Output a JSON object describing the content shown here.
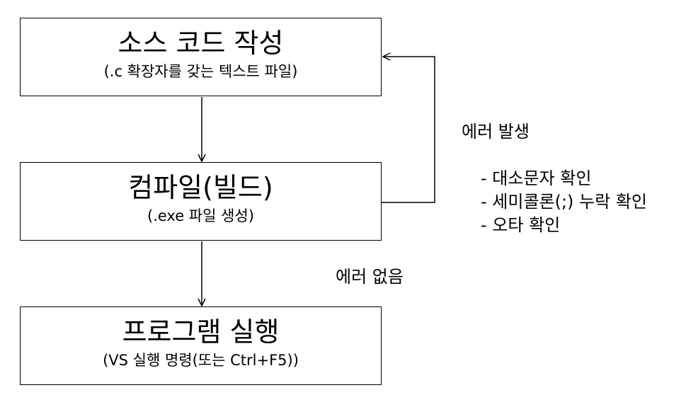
{
  "steps": {
    "source": {
      "title": "소스 코드 작성",
      "subtitle": "(.c 확장자를 갖는 텍스트 파일)"
    },
    "compile": {
      "title": "컴파일(빌드)",
      "subtitle": "(.exe 파일 생성)"
    },
    "run": {
      "title": "프로그램 실행",
      "subtitle": "(VS 실행 명령(또는 Ctrl+F5))"
    }
  },
  "error_branch": {
    "label": "에러 발생",
    "checks": [
      "- 대소문자 확인",
      "- 세미콜론(;) 누락 확인",
      "- 오타 확인"
    ]
  },
  "success_branch": {
    "label": "에러 없음"
  },
  "colors": {
    "line": "#000000",
    "box_border": "#000000",
    "background": "#ffffff"
  }
}
